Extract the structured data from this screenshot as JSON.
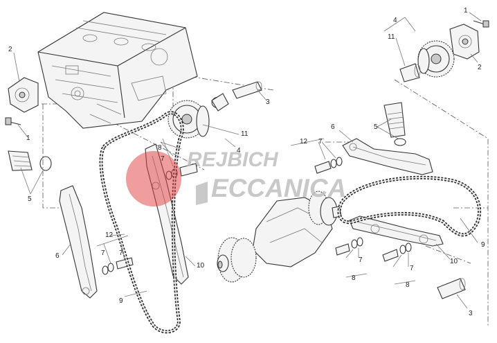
{
  "watermark": {
    "line1": "REJBICH",
    "line2": "ECCANICA",
    "accent": "#e03c3c"
  },
  "callouts": [
    {
      "id": "c1a",
      "text": "1"
    },
    {
      "id": "c1b",
      "text": "1"
    },
    {
      "id": "c2a",
      "text": "2"
    },
    {
      "id": "c2b",
      "text": "2"
    },
    {
      "id": "c3a",
      "text": "3"
    },
    {
      "id": "c3b",
      "text": "3"
    },
    {
      "id": "c4a",
      "text": "4"
    },
    {
      "id": "c4b",
      "text": "4"
    },
    {
      "id": "c5a",
      "text": "5"
    },
    {
      "id": "c5b",
      "text": "5"
    },
    {
      "id": "c6a",
      "text": "6"
    },
    {
      "id": "c6b",
      "text": "6"
    },
    {
      "id": "c7a",
      "text": "7"
    },
    {
      "id": "c7b",
      "text": "7"
    },
    {
      "id": "c7c",
      "text": "7"
    },
    {
      "id": "c7d",
      "text": "7"
    },
    {
      "id": "c7e",
      "text": "7"
    },
    {
      "id": "c8a",
      "text": "8"
    },
    {
      "id": "c8b",
      "text": "8"
    },
    {
      "id": "c8c",
      "text": "8"
    },
    {
      "id": "c9a",
      "text": "9"
    },
    {
      "id": "c9b",
      "text": "9"
    },
    {
      "id": "c10a",
      "text": "10"
    },
    {
      "id": "c10b",
      "text": "10"
    },
    {
      "id": "c11a",
      "text": "11"
    },
    {
      "id": "c11b",
      "text": "11"
    },
    {
      "id": "c12a",
      "text": "12"
    },
    {
      "id": "c12b",
      "text": "12"
    }
  ]
}
